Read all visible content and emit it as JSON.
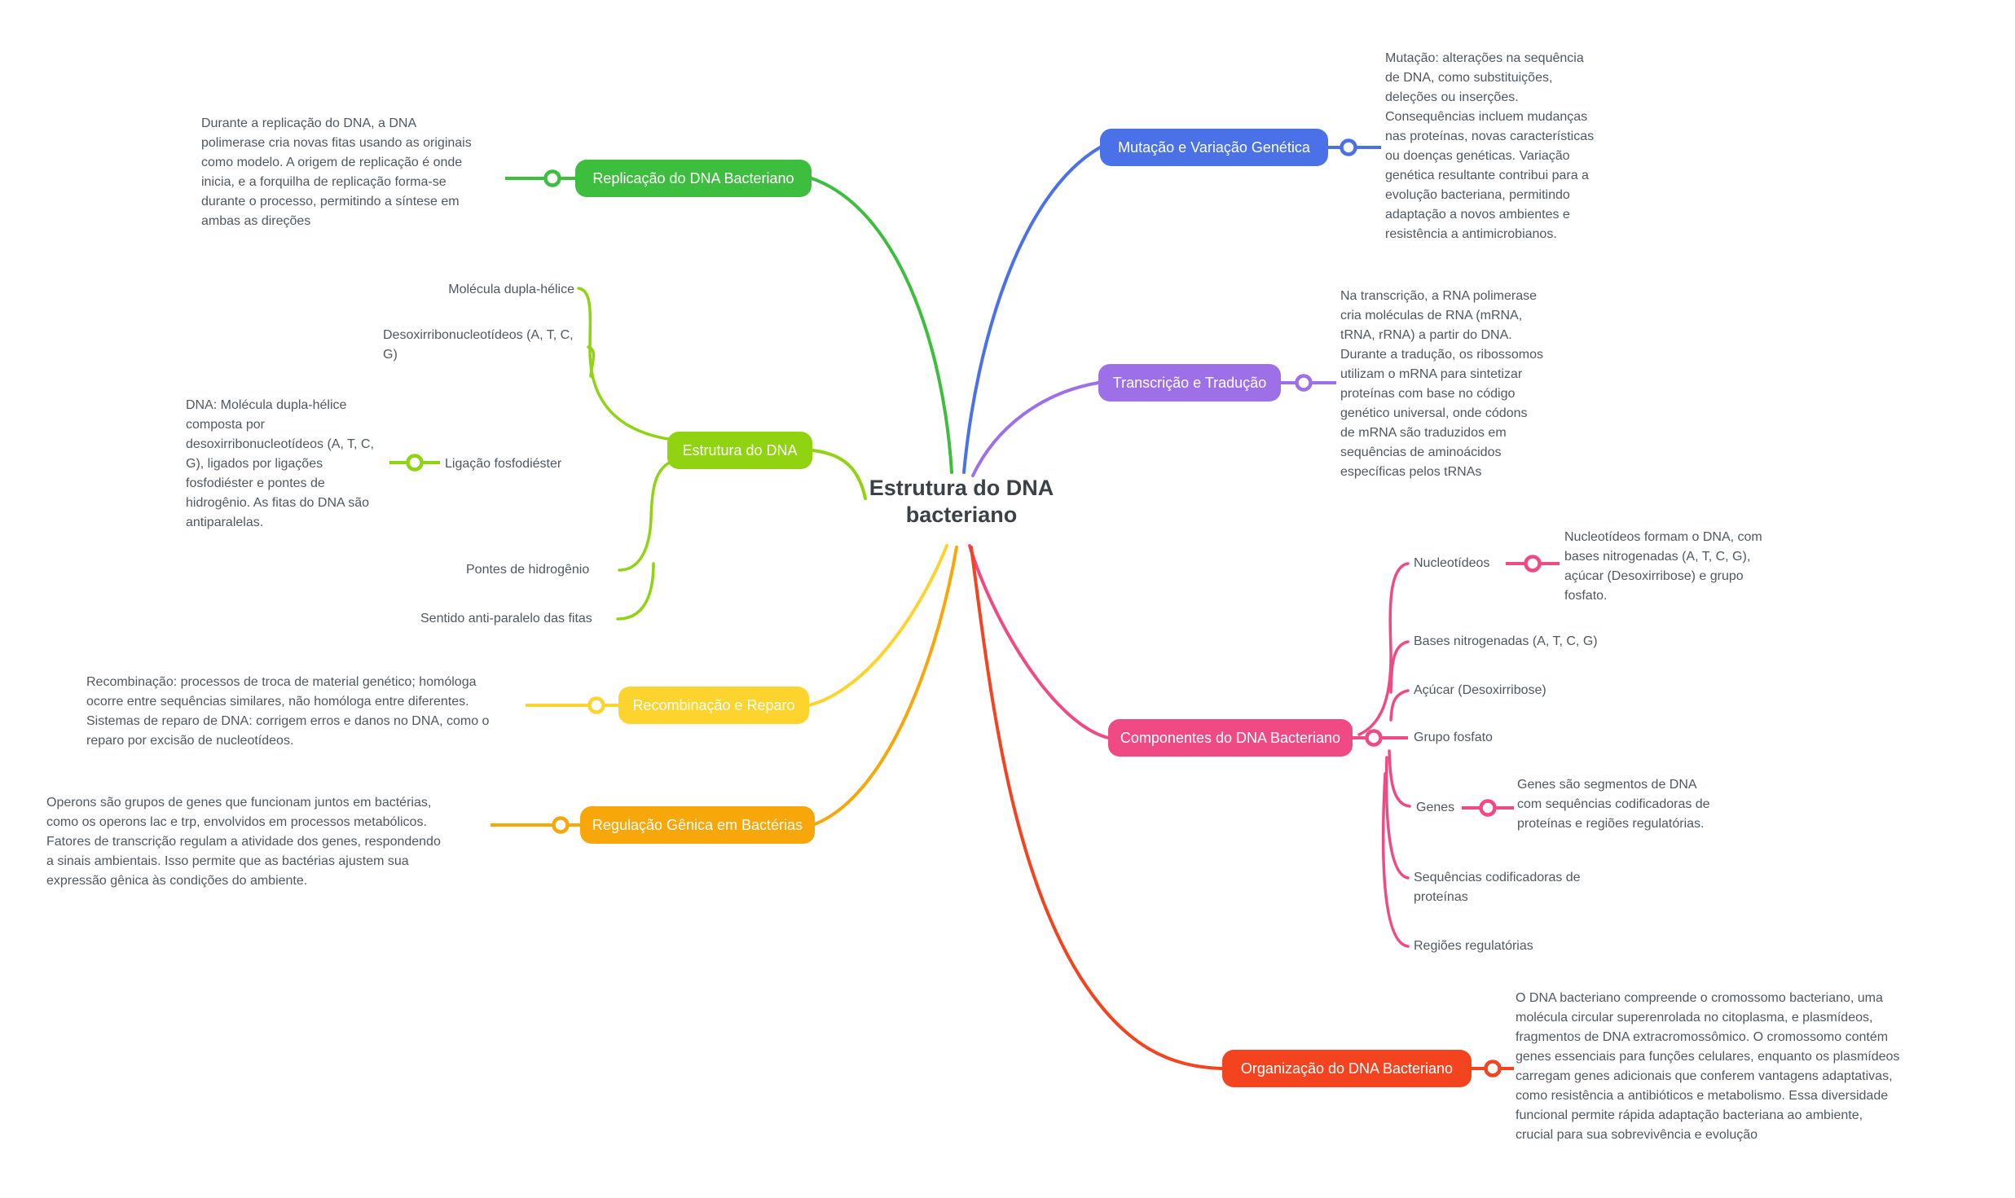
{
  "title": "Estrutura do DNA\nbacteriano",
  "colors": {
    "replicacao": "#3EBE3E",
    "mutacao": "#4A71E8",
    "transcricao": "#9E70E8",
    "estrutura": "#90D311",
    "recombinacao": "#FDD32E",
    "regulacao": "#F7A70A",
    "componentes": "#F04A85",
    "organizacao": "#F4431F",
    "text_gray": "#4E5861",
    "title_dark": "#3A4147"
  },
  "branches": {
    "replicacao": {
      "label": "Replicação do DNA Bacteriano",
      "desc": "Durante a replicação do DNA, a DNA\npolimerase cria novas fitas usando as originais\ncomo modelo. A origem de replicação é onde\ninicia, e a forquilha de replicação forma-se\ndurante o processo, permitindo a síntese em\nambas as direções"
    },
    "mutacao": {
      "label": "Mutação e Variação Genética",
      "desc": "Mutação: alterações na sequência\nde DNA, como substituições,\ndeleções ou inserções.\nConsequências incluem mudanças\nnas proteínas, novas características\nou doenças genéticas. Variação\ngenética resultante contribui para a\nevolução bacteriana, permitindo\nadaptação a novos ambientes e\nresistência a antimicrobianos."
    },
    "transcricao": {
      "label": "Transcrição e Tradução",
      "desc": "Na transcrição, a RNA polimerase\ncria moléculas de RNA (mRNA,\ntRNA, rRNA) a partir do DNA.\nDurante a tradução, os ribossomos\nutilizam o mRNA para sintetizar\nproteínas com base no código\ngenético universal, onde códons\nde mRNA são traduzidos em\nsequências de aminoácidos\nespecíficas pelos tRNAs"
    },
    "estrutura": {
      "label": "Estrutura do DNA",
      "desc": "DNA: Molécula dupla-hélice\ncomposta por\ndesoxirribonucleotídeos (A, T, C,\nG), ligados por ligações\nfosfodiéster e pontes de\nhidrogênio. As fitas do DNA são\nantiparalelas.",
      "children": [
        "Molécula dupla-hélice",
        "Desoxirribonucleotídeos (A, T, C,\nG)",
        "Ligação fosfodiéster",
        "Pontes de hidrogênio",
        "Sentido anti-paralelo das fitas"
      ]
    },
    "recombinacao": {
      "label": "Recombinação e Reparo",
      "desc": "Recombinação: processos de troca de material genético; homóloga\nocorre entre sequências similares, não homóloga entre diferentes.\nSistemas de reparo de DNA: corrigem erros e danos no DNA, como o\nreparo por excisão de nucleotídeos."
    },
    "regulacao": {
      "label": "Regulação Gênica em Bactérias",
      "desc": "Operons são grupos de genes que funcionam juntos em bactérias,\ncomo os operons lac e trp, envolvidos em processos metabólicos.\nFatores de transcrição regulam a atividade dos genes, respondendo\na sinais ambientais. Isso permite que as bactérias ajustem sua\nexpressão gênica às condições do ambiente."
    },
    "componentes": {
      "label": "Componentes do DNA Bacteriano",
      "children": [
        "Nucleotídeos",
        "Bases nitrogenadas (A, T, C, G)",
        "Açúcar (Desoxirribose)",
        "Grupo fosfato",
        "Genes",
        "Sequências codificadoras de\nproteínas",
        "Regiões regulatórias"
      ],
      "nucleotideos_desc": "Nucleotídeos formam o DNA, com\nbases nitrogenadas (A, T, C, G),\naçúcar (Desoxirribose) e grupo\nfosfato.",
      "genes_desc": "Genes são segmentos de DNA\ncom sequências codificadoras de\nproteínas e regiões regulatórias."
    },
    "organizacao": {
      "label": "Organização do DNA Bacteriano",
      "desc": "O DNA bacteriano compreende o cromossomo bacteriano, uma\nmolécula circular superenrolada no citoplasma, e plasmídeos,\nfragmentos de DNA extracromossômico. O cromossomo contém\ngenes essenciais para funções celulares, enquanto os plasmídeos\ncarregam genes adicionais que conferem vantagens adaptativas,\ncomo resistência a antibióticos e metabolismo. Essa diversidade\nfuncional permite rápida adaptação bacteriana ao ambiente,\ncrucial para sua sobrevivência e evolução"
    }
  }
}
